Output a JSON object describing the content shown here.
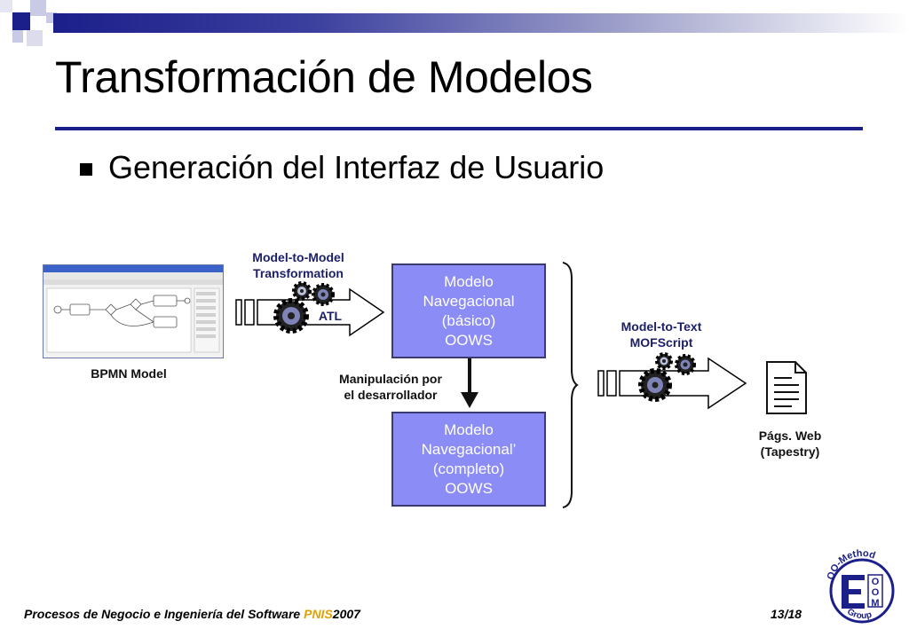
{
  "slide": {
    "title": "Transformación de Modelos",
    "bullet": "Generación del Interfaz de Usuario",
    "page_number": "13/18"
  },
  "footer": {
    "prefix": "Procesos de Negocio e Ingeniería del Software ",
    "conference": "PNIS",
    "year": "2007"
  },
  "diagram": {
    "bpmn_label": "BPMN Model",
    "m2m_label_line1": "Model-to-Model",
    "m2m_label_line2": "Transformation",
    "atl_label": "ATL",
    "basic_model": [
      "Modelo",
      "Navegacional",
      "(básico)",
      "OOWS"
    ],
    "manual_label_line1": "Manipulación por",
    "manual_label_line2": "el desarrollador",
    "complete_model": [
      "Modelo",
      "Navegacional’",
      "(completo)",
      "OOWS"
    ],
    "m2t_label_line1": "Model-to-Text",
    "m2t_label_line2": "MOFScript",
    "output_label_line1": "Págs. Web",
    "output_label_line2": "(Tapestry)"
  },
  "logo": {
    "top_text": "OO-Method",
    "bottom_text": "Group",
    "letters": [
      "O",
      "O",
      "M"
    ]
  },
  "colors": {
    "navy": "#1b1f8a",
    "box_fill": "#8b8cf5",
    "accent": "#e0a000"
  }
}
